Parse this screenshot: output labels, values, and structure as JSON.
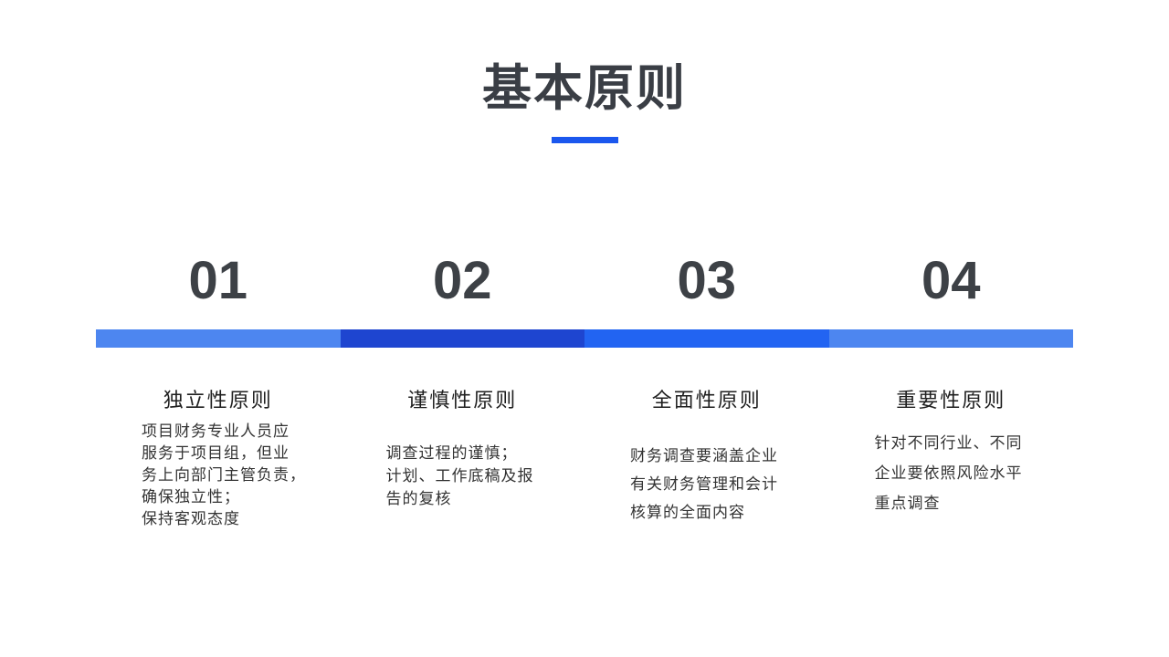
{
  "slide": {
    "title": "基本原则",
    "accent": {
      "underline_color": "#1b57ee",
      "title_color": "#3a3e45",
      "number_color": "#3d4146",
      "body_color": "#333333"
    },
    "columns": [
      {
        "number": "01",
        "heading": "独立性原则",
        "body": "项目财务专业人员应\n服务于项目组，但业\n务上向部门主管负责，\n确保独立性；\n保持客观态度",
        "bar_color": "#4d86f0"
      },
      {
        "number": "02",
        "heading": "谨慎性原则",
        "body": "调查过程的谨慎；\n计划、工作底稿及报\n告的复核",
        "bar_color": "#1e45d0"
      },
      {
        "number": "03",
        "heading": "全面性原则",
        "body": "财务调查要涵盖企业\n有关财务管理和会计\n核算的全面内容",
        "bar_color": "#2264f2"
      },
      {
        "number": "04",
        "heading": "重要性原则",
        "body": "针对不同行业、不同\n企业要依照风险水平\n重点调查",
        "bar_color": "#4d86f0"
      }
    ]
  }
}
